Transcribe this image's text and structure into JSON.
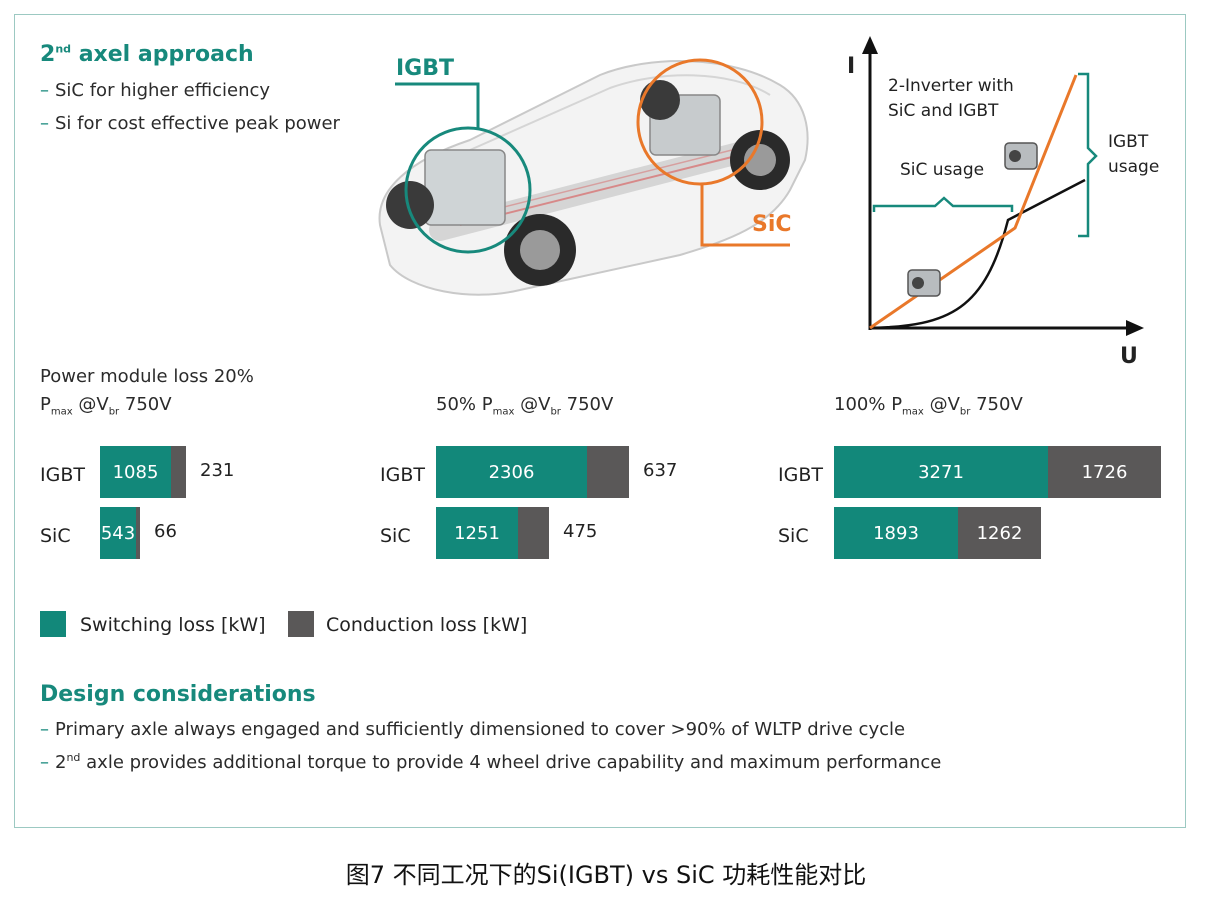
{
  "header": {
    "title_pre": "2",
    "title_sup": "nd",
    "title_post": " axel approach",
    "bullets": [
      "SiC for higher efficiency",
      "Si for cost effective peak power"
    ]
  },
  "car": {
    "label_igbt": "IGBT",
    "label_sic": "SiC",
    "colors": {
      "igbt": "#17897c",
      "sic": "#e9782a"
    }
  },
  "iv_chart": {
    "y_axis": "I",
    "x_axis": "U",
    "label_inverter": [
      "2-Inverter with",
      "SiC and IGBT"
    ],
    "label_sic_usage": "SiC usage",
    "label_igbt_usage": [
      "IGBT",
      "usage"
    ]
  },
  "chart_data": [
    {
      "type": "bar",
      "orientation": "horizontal",
      "stacked": true,
      "title": "Power module loss 20%",
      "subtitle": {
        "p": "P",
        "p_sub": "max",
        "at": " @V",
        "v_sub": "br",
        "v": " 750V"
      },
      "categories": [
        "IGBT",
        "SiC"
      ],
      "series": [
        {
          "name": "Switching loss [kW]",
          "values": [
            1085,
            543
          ]
        },
        {
          "name": "Conduction loss [kW]",
          "values": [
            231,
            66
          ]
        }
      ]
    },
    {
      "type": "bar",
      "orientation": "horizontal",
      "stacked": true,
      "title": "",
      "subtitle": {
        "prefix": "50% ",
        "p": "P",
        "p_sub": "max",
        "at": " @V",
        "v_sub": "br",
        "v": " 750V"
      },
      "categories": [
        "IGBT",
        "SiC"
      ],
      "series": [
        {
          "name": "Switching loss [kW]",
          "values": [
            2306,
            1251
          ]
        },
        {
          "name": "Conduction loss [kW]",
          "values": [
            637,
            475
          ]
        }
      ]
    },
    {
      "type": "bar",
      "orientation": "horizontal",
      "stacked": true,
      "title": "",
      "subtitle": {
        "prefix": "100% ",
        "p": "P",
        "p_sub": "max",
        "at": " @V",
        "v_sub": "br",
        "v": " 750V"
      },
      "categories": [
        "IGBT",
        "SiC"
      ],
      "series": [
        {
          "name": "Switching loss [kW]",
          "values": [
            3271,
            1893
          ]
        },
        {
          "name": "Conduction loss [kW]",
          "values": [
            1726,
            1262
          ]
        }
      ]
    }
  ],
  "legend": {
    "switching": "Switching loss [kW]",
    "conduction": "Conduction loss [kW]",
    "colors": {
      "switching": "#12887a",
      "conduction": "#5a5858"
    }
  },
  "design": {
    "title": "Design considerations",
    "line1": "Primary axle always engaged and sufficiently dimensioned to cover >90% of WLTP drive cycle",
    "line2_pre": "2",
    "line2_sup": "nd",
    "line2_post": " axle provides additional torque to provide 4 wheel drive capability and maximum performance"
  },
  "caption": "图7 不同工况下的Si(IGBT) vs SiC 功耗性能对比"
}
